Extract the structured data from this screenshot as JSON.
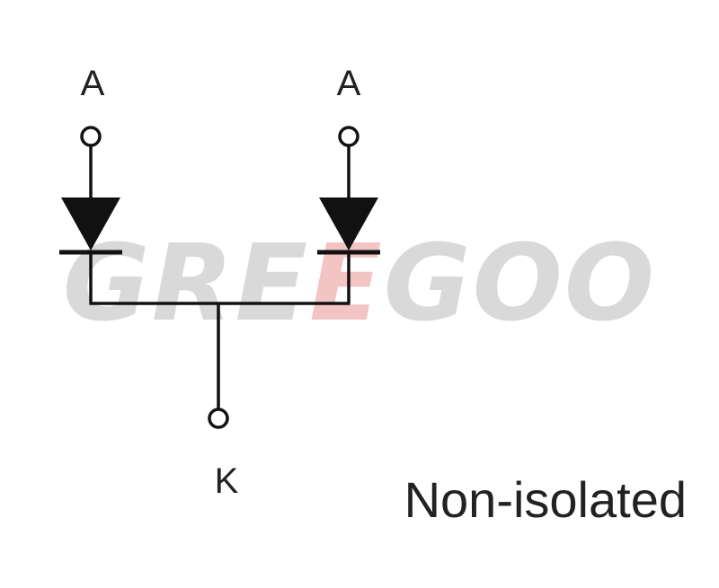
{
  "watermark": {
    "text_part1": "GRE",
    "text_part2": "E",
    "text_part3": "GOO",
    "color_main": "#d9d9d9",
    "color_accent": "#f2c4c4"
  },
  "terminals": {
    "anode_left": "A",
    "anode_right": "A",
    "cathode": "K"
  },
  "caption": "Non-isolated",
  "colors": {
    "line": "#111111",
    "text": "#222222"
  }
}
